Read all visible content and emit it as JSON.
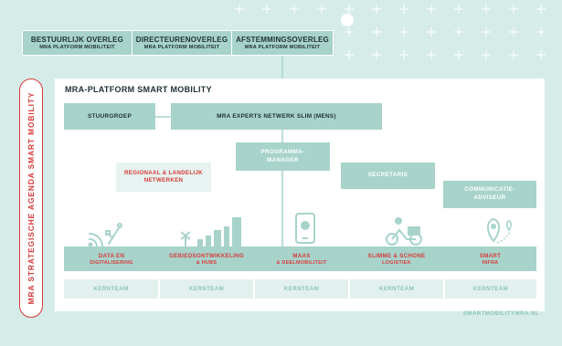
{
  "governance": [
    {
      "title": "BESTUURLIJK OVERLEG",
      "subtitle": "MRA PLATFORM MOBILITEIT"
    },
    {
      "title": "DIRECTEURENOVERLEG",
      "subtitle": "MRA PLATFORM MOBILITEIT"
    },
    {
      "title": "AFSTEMMINGSOVERLEG",
      "subtitle": "MRA PLATFORM MOBILITEIT"
    }
  ],
  "side_label": "MRA STRATEGISCHE AGENDA SMART MOBILITY",
  "platform": {
    "title": "MRA-PLATFORM SMART MOBILITY",
    "stuurgroep": "STUURGROEP",
    "experts": "MRA EXPERTS NETWERK SLIM (MENS)",
    "programmamanager": [
      "PROGRAMMA-",
      "MANAGER"
    ],
    "netwerken": [
      "REGIONAAL & LANDELIJK",
      "NETWERKEN"
    ],
    "secretaris": "SECRETARIS",
    "communicatie": [
      "COMMUNICATIE-",
      "ADVISEUR"
    ]
  },
  "themes": [
    {
      "line1": "DATA EN",
      "line2": "DIGITALISERING",
      "icon": "wifi-icon"
    },
    {
      "line1": "GEBIEDSONTWIKKELING",
      "line2": "& HUBS",
      "icon": "city-icon"
    },
    {
      "line1": "MAAS",
      "line2": "& DEELMOBILITEIT",
      "icon": "phone-icon"
    },
    {
      "line1": "SLIMME & SCHONE",
      "line2": "LOGISTIEK",
      "icon": "cargo-bike-icon"
    },
    {
      "line1": "SMART",
      "line2": "INFRA",
      "icon": "location-pin-icon"
    }
  ],
  "kernteam": [
    "KERNTEAM",
    "KERNTEAM",
    "KERNTEAM",
    "KERNTEAM",
    "KERNTEAM"
  ],
  "footer_url": "SMARTMOBILITYMRA.NL",
  "colors": {
    "background": "#d6ece8",
    "teal": "#a7d3cb",
    "accent_red": "#d93a3a",
    "pale_teal": "#e6f3f0",
    "dark_text": "#1f2f36"
  }
}
